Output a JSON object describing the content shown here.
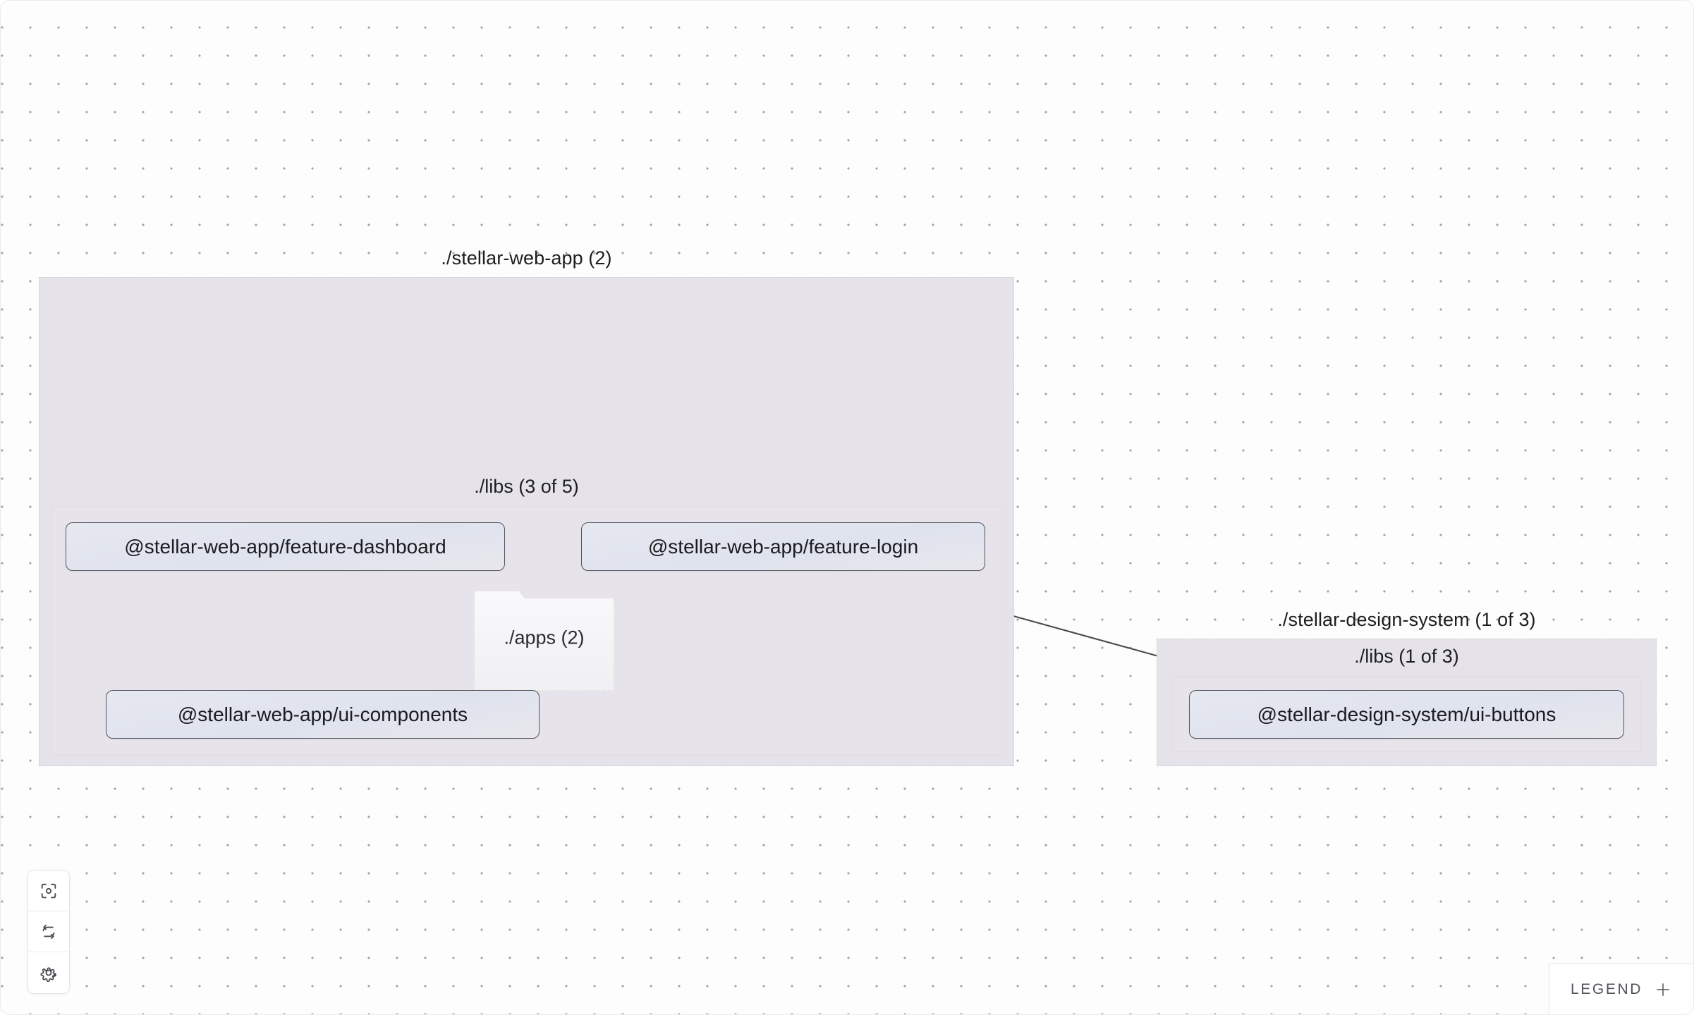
{
  "canvas": {
    "background_color": "#fdfdfd",
    "dot_color": "#9aa4b2",
    "dot_spacing": 40
  },
  "graph": {
    "projects": [
      {
        "id": "stellar-web-app",
        "title": "./stellar-web-app (2)",
        "fill": "#e5e3e9",
        "libs_group": {
          "title": "./libs (3 of 5)"
        },
        "folder_node": {
          "label": "./apps (2)"
        },
        "nodes": [
          {
            "id": "feature-dashboard",
            "label": "@stellar-web-app/feature-dashboard"
          },
          {
            "id": "feature-login",
            "label": "@stellar-web-app/feature-login"
          },
          {
            "id": "ui-components",
            "label": "@stellar-web-app/ui-components"
          }
        ]
      },
      {
        "id": "stellar-design-system",
        "title": "./stellar-design-system (1 of 3)",
        "fill": "#e5e3e9",
        "libs_group": {
          "title": "./libs (1 of 3)"
        },
        "nodes": [
          {
            "id": "ui-buttons",
            "label": "@stellar-design-system/ui-buttons"
          }
        ]
      }
    ],
    "edges": [
      {
        "from": "./apps (2)",
        "to": "@stellar-web-app/feature-dashboard",
        "style": "dashed"
      },
      {
        "from": "./apps (2)",
        "to": "@stellar-web-app/feature-login",
        "style": "dashed"
      },
      {
        "from": "@stellar-web-app/feature-dashboard",
        "to": "@stellar-web-app/ui-components",
        "style": "solid"
      },
      {
        "from": "@stellar-web-app/feature-login",
        "to": "@stellar-web-app/ui-components",
        "style": "solid"
      },
      {
        "from": "@stellar-web-app/feature-login",
        "to": "@stellar-design-system/ui-buttons",
        "style": "solid"
      }
    ],
    "node_border_color": "#55555e",
    "edge_color": "#4a4a52"
  },
  "controls": [
    {
      "id": "focus",
      "icon": "focus-target-icon",
      "title": "Focus graph"
    },
    {
      "id": "refresh",
      "icon": "refresh-sync-icon",
      "title": "Refresh graph"
    },
    {
      "id": "settings",
      "icon": "gear-icon",
      "title": "Settings"
    }
  ],
  "legend": {
    "label": "LEGEND",
    "expand_icon": "plus-icon"
  }
}
